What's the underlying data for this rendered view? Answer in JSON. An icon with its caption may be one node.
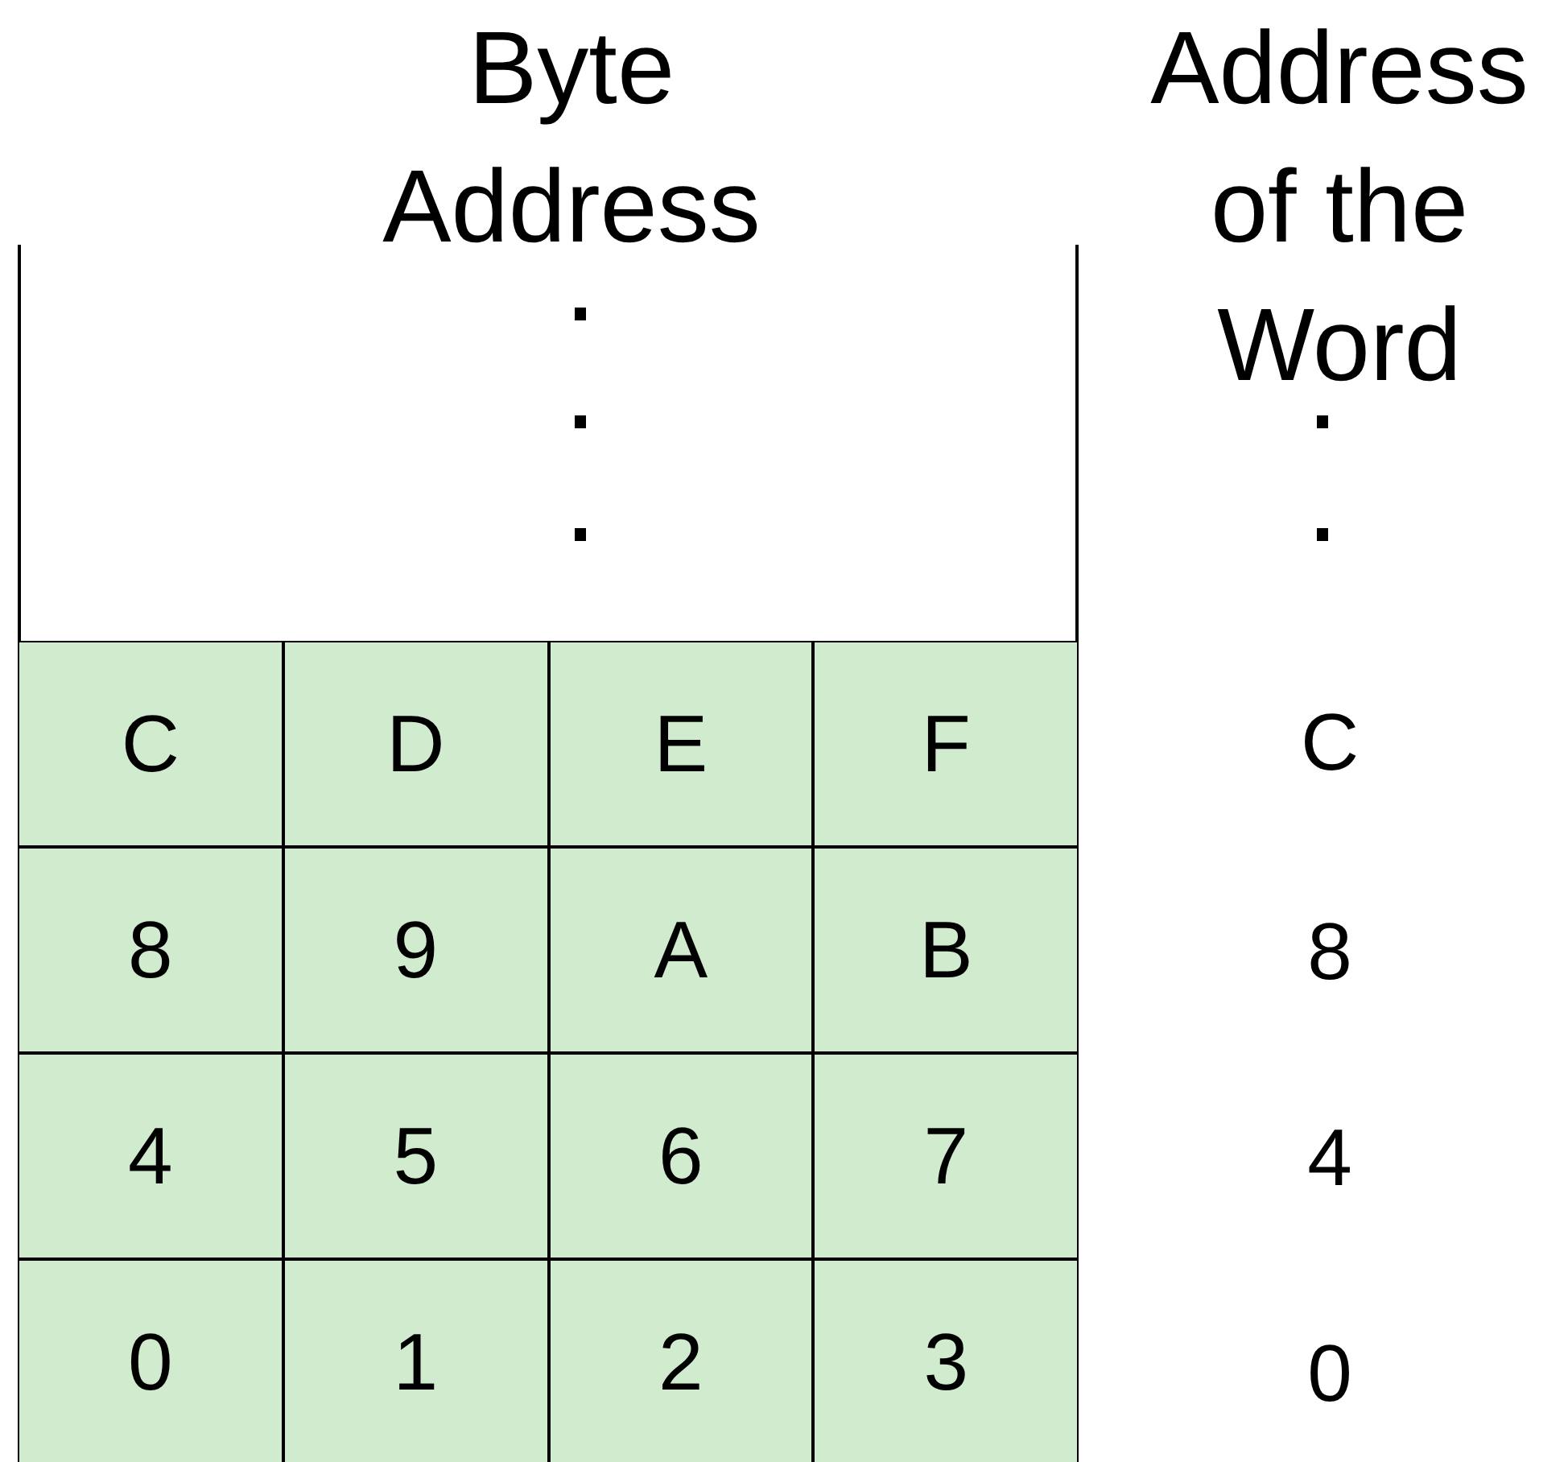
{
  "diagram": {
    "nodes": [
      {
        "text": [
          "C"
        ]
      },
      {
        "text": [
          "D"
        ]
      },
      {
        "text": [
          "E"
        ]
      },
      {
        "text": [
          "F"
        ]
      },
      {
        "text": [
          "8"
        ]
      },
      {
        "text": [
          "9"
        ]
      },
      {
        "text": [
          "A"
        ]
      },
      {
        "text": [
          "B"
        ]
      },
      {
        "text": [
          "4"
        ]
      },
      {
        "text": [
          "5"
        ]
      },
      {
        "text": [
          "6"
        ]
      },
      {
        "text": [
          "7"
        ]
      },
      {
        "text": [
          "0"
        ]
      },
      {
        "text": [
          "1"
        ]
      },
      {
        "text": [
          "2"
        ]
      },
      {
        "text": [
          "3"
        ]
      }
    ],
    "labels": [
      "Byte Address",
      "Address of the Word",
      "C",
      "8",
      "4",
      "0"
    ]
  }
}
